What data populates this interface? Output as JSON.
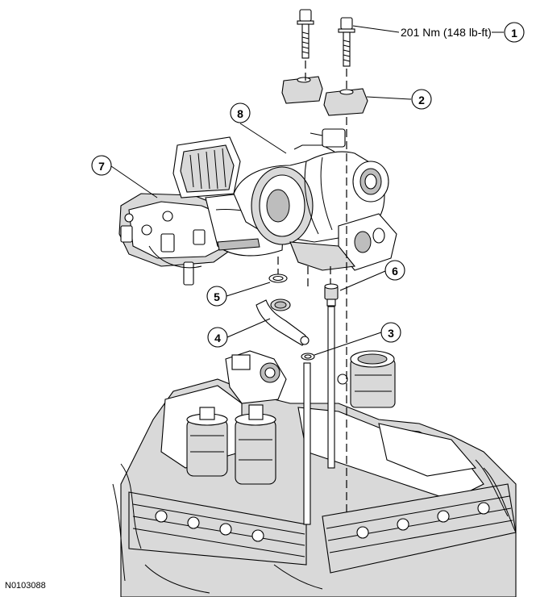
{
  "diagram": {
    "reference_code": "N0103088",
    "torque_spec": "201 Nm (148 lb-ft)",
    "callouts": [
      "1",
      "2",
      "3",
      "4",
      "5",
      "6",
      "7",
      "8"
    ]
  },
  "colors": {
    "line": "#000000",
    "background": "#ffffff",
    "shade_light": "#d9d9d9",
    "shade_dark": "#bdbdbd"
  }
}
